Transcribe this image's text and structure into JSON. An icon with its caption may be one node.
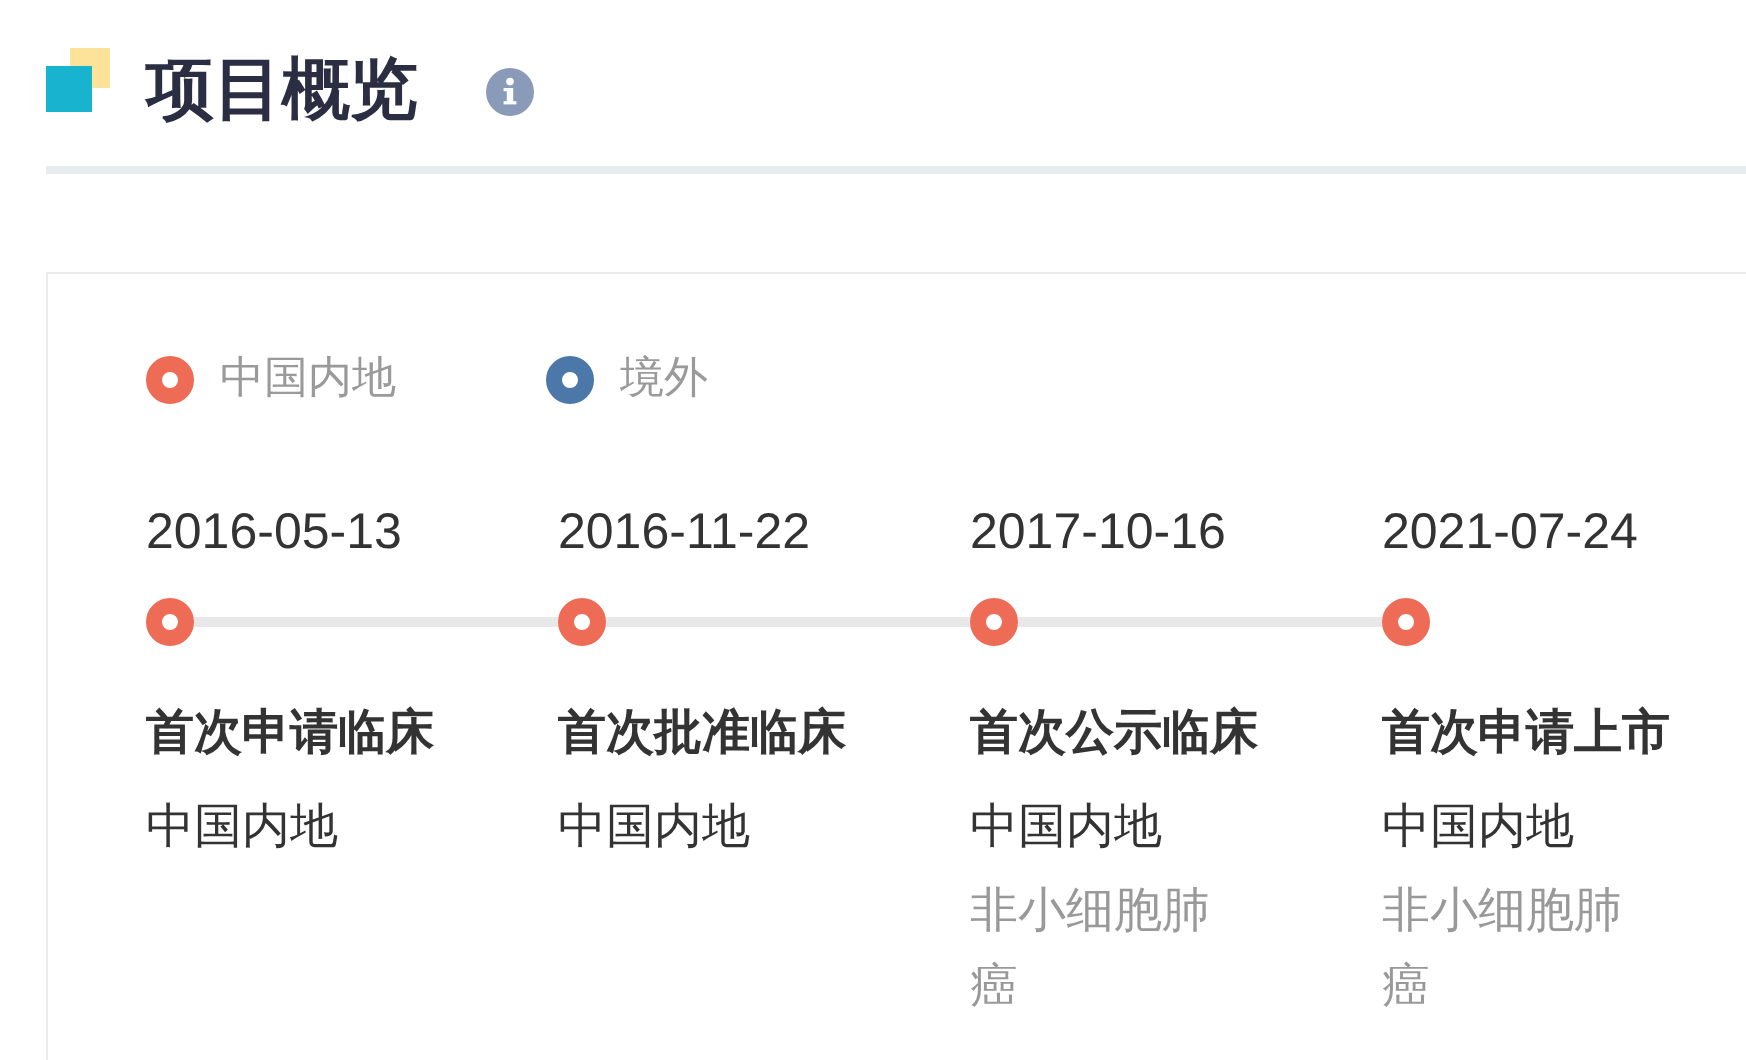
{
  "diagram": {
    "title": "项目概览",
    "nodes": [
      {
        "text": [],
        "shape": "circle",
        "beside": [
          "2016-05-13",
          "首次申请临床",
          "中国内地"
        ]
      },
      {
        "text": [],
        "shape": "circle",
        "beside": [
          "2016-11-22",
          "首次批准临床",
          "中国内地"
        ]
      },
      {
        "text": [],
        "shape": "circle",
        "beside": [
          "2017-10-16",
          "首次公示临床",
          "中国内地",
          "非小细胞肺癌"
        ]
      },
      {
        "text": [],
        "shape": "circle",
        "beside": [
          "2021-07-24",
          "首次申请上市",
          "中国内地",
          "非小细胞肺癌"
        ]
      }
    ],
    "edges": [
      {
        "from": 0,
        "to": 1,
        "arrow": "none"
      },
      {
        "from": 1,
        "to": 2,
        "arrow": "none"
      },
      {
        "from": 2,
        "to": 3,
        "arrow": "none"
      }
    ],
    "legend": [
      {
        "text": "中国内地",
        "color": "#ee6b55"
      },
      {
        "text": "境外",
        "color": "#4c77a9"
      }
    ]
  }
}
